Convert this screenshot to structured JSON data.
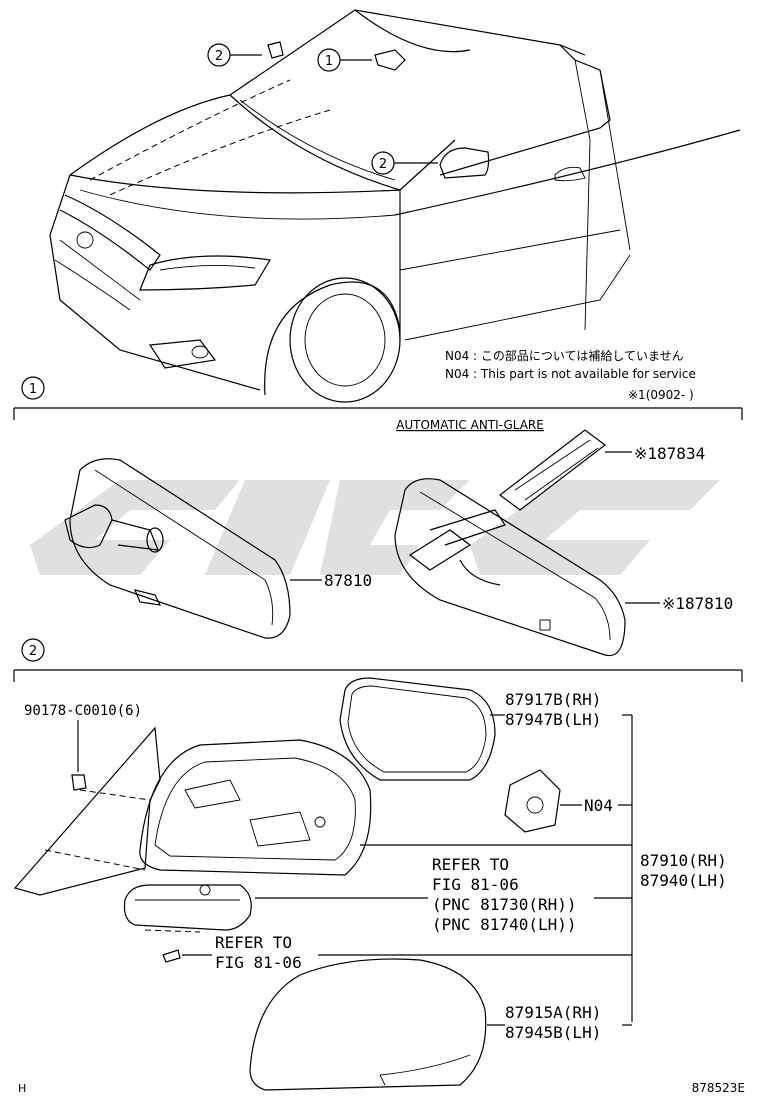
{
  "callouts": {
    "c1": "1",
    "c2": "2"
  },
  "notes": {
    "n04_jp": "N04 : この部品については補給していません",
    "n04_en": "N04 : This part is not available for service",
    "date_range": "※1(0902-      )"
  },
  "section1": {
    "heading": "AUTOMATIC ANTI-GLARE",
    "part_87834": "※187834",
    "part_87810": "87810",
    "part_87810_alt": "※187810"
  },
  "section2": {
    "bolt": "90178-C0010(6)",
    "glass_rh": "87917B(RH)",
    "glass_lh": "87947B(LH)",
    "n04": "N04",
    "assy_rh": "87910(RH)",
    "assy_lh": "87940(LH)",
    "refer1_l1": "REFER TO",
    "refer1_l2": "FIG 81-06",
    "refer1_l3": "(PNC 81730(RH))",
    "refer1_l4": "(PNC 81740(LH))",
    "refer2_l1": "REFER TO",
    "refer2_l2": "FIG 81-06",
    "cover_rh": "87915A(RH)",
    "cover_lh": "87945B(LH)"
  },
  "footer": {
    "left": "H",
    "right": "878523E"
  },
  "colors": {
    "line": "#000000",
    "watermark": "#d6d6d6"
  }
}
